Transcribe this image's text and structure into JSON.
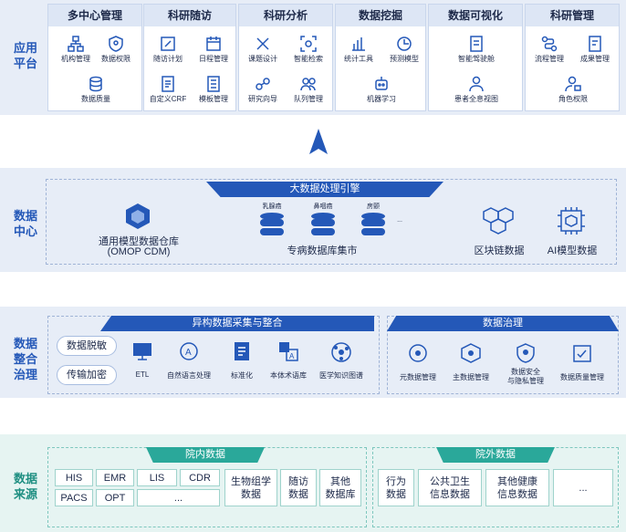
{
  "app_platform": {
    "label": "应用\n平台",
    "modules": [
      {
        "title": "多中心管理",
        "items": [
          "机构管理",
          "数据权限",
          "数据质量"
        ]
      },
      {
        "title": "科研随访",
        "items": [
          "随访计划",
          "日程管理",
          "自定义CRF",
          "模板管理"
        ]
      },
      {
        "title": "科研分析",
        "items": [
          "课题设计",
          "智能检索",
          "研究向导",
          "队列管理"
        ]
      },
      {
        "title": "数据挖掘",
        "items": [
          "统计工具",
          "预测模型",
          "机器学习"
        ]
      },
      {
        "title": "数据可视化",
        "items": [
          "智能驾驶舱",
          "患者全息视图"
        ]
      },
      {
        "title": "科研管理",
        "items": [
          "流程管理",
          "成果管理",
          "角色权限"
        ]
      }
    ]
  },
  "data_center": {
    "label": "数据\n中心",
    "engine": "大数据处理引擎",
    "omop_line1": "通用模型数据仓库",
    "omop_line2": "(OMOP CDM)",
    "dbs": [
      "乳腺癌",
      "鼻咽癌",
      "房颤"
    ],
    "db_more": "...",
    "mart": "专病数据库集市",
    "blockchain": "区块链数据",
    "ai": "AI模型数据"
  },
  "integration": {
    "label": "数据\n整合\n治理",
    "collect_title": "异构数据采集与整合",
    "pills": [
      "数据脱敏",
      "传输加密"
    ],
    "tools": [
      "ETL",
      "自然语言处理",
      "标准化",
      "本体术语库",
      "医学知识图谱"
    ],
    "gov_title": "数据治理",
    "gov_items": [
      "元数据管理",
      "主数据管理",
      "数据安全\n与隐私管理",
      "数据质量管理"
    ]
  },
  "sources": {
    "label": "数据\n来源",
    "in_title": "院内数据",
    "in_items": [
      "HIS",
      "EMR",
      "LIS",
      "CDR",
      "PACS",
      "OPT",
      "..."
    ],
    "in_big": [
      "生物组学\n数据",
      "随访\n数据",
      "其他\n数据库"
    ],
    "out_title": "院外数据",
    "out_items": [
      "行为\n数据",
      "公共卫生\n信息数据",
      "其他健康\n信息数据",
      "..."
    ]
  },
  "colors": {
    "primary": "#2458b8",
    "teal": "#2aa89a",
    "band_blue": "#e7edf7",
    "band_teal": "#e6f4f2"
  }
}
